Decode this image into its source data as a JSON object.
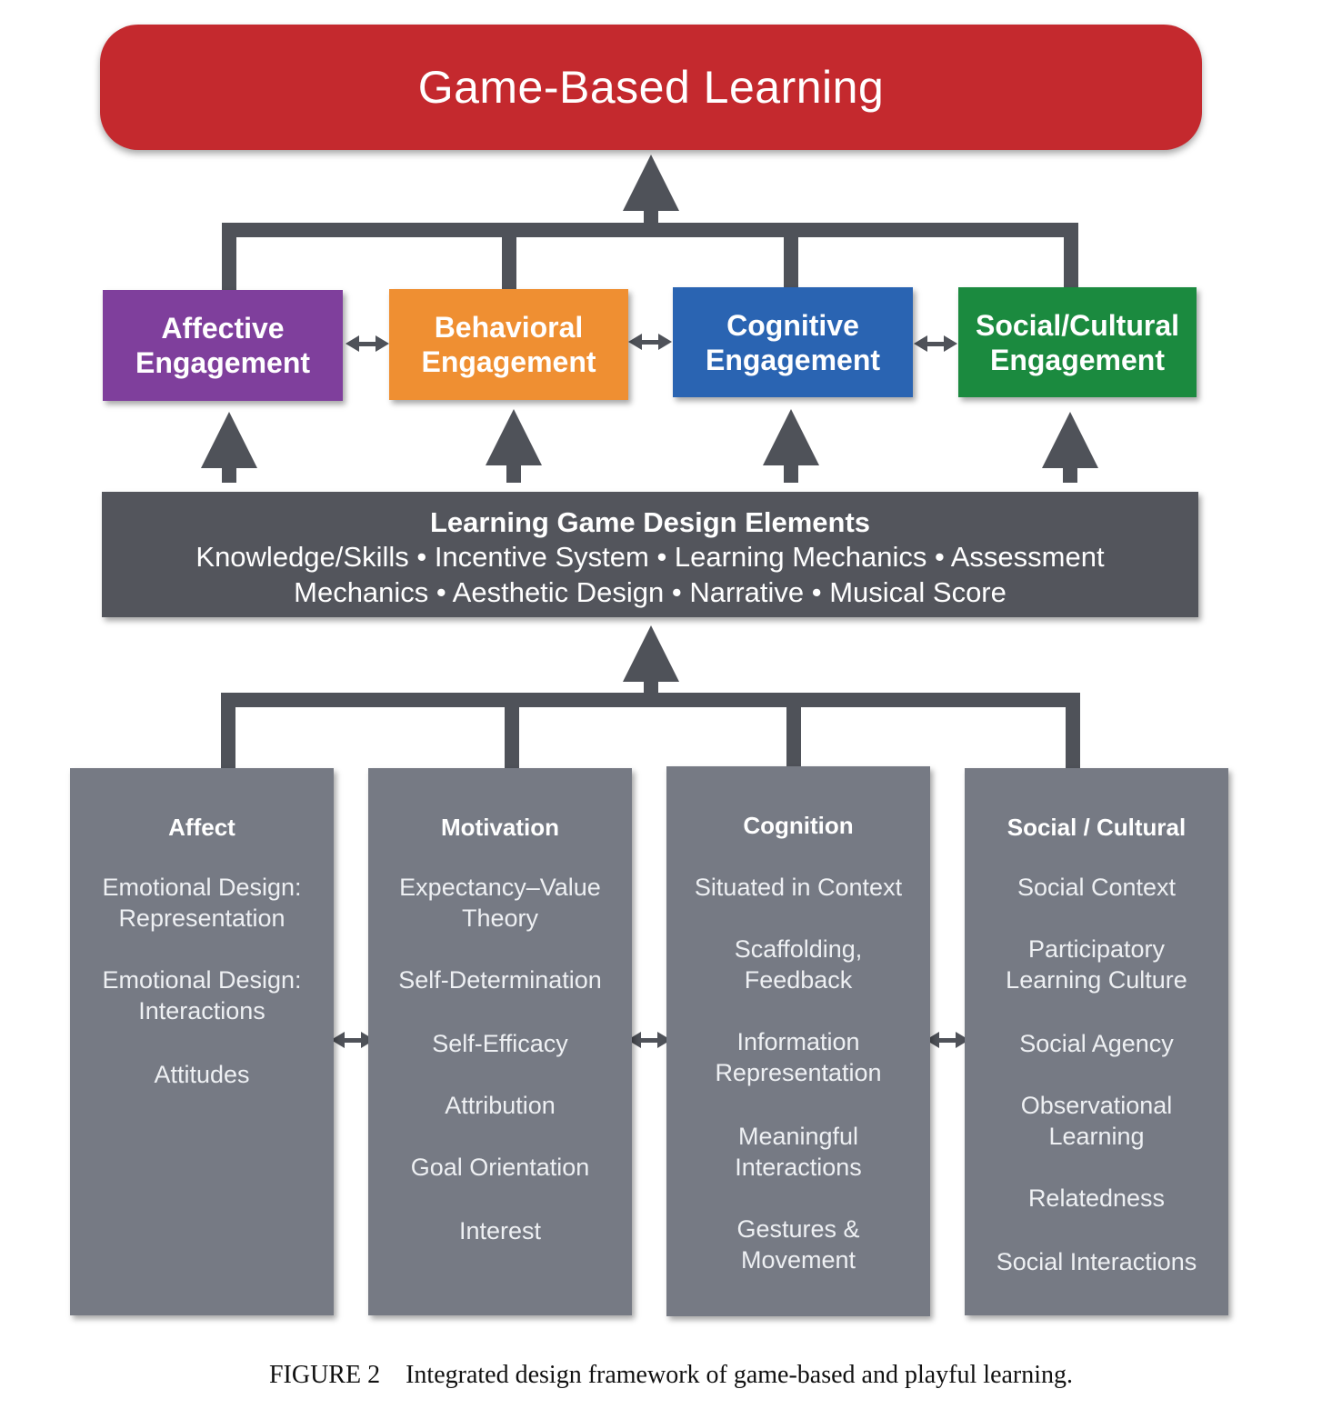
{
  "top": {
    "title": "Game-Based Learning",
    "color": "#c4292e"
  },
  "engagement": [
    {
      "line1": "Affective",
      "line2": "Engagement",
      "color": "#7f3f9c"
    },
    {
      "line1": "Behavioral",
      "line2": "Engagement",
      "color": "#ef8f32"
    },
    {
      "line1": "Cognitive",
      "line2": "Engagement",
      "color": "#2a64b2"
    },
    {
      "line1": "Social/Cultural",
      "line2": "Engagement",
      "color": "#1b8a3f"
    }
  ],
  "design": {
    "title": "Learning Game Design Elements",
    "line1": "Knowledge/Skills • Incentive System • Learning Mechanics • Assessment",
    "line2": "Mechanics • Aesthetic Design • Narrative • Musical Score"
  },
  "foundations": [
    {
      "title": "Affect",
      "items": [
        [
          "Emotional Design:",
          "Representation"
        ],
        [
          "Emotional Design:",
          "Interactions"
        ],
        [
          "Attitudes"
        ]
      ]
    },
    {
      "title": "Motivation",
      "items": [
        [
          "Expectancy–Value",
          "Theory"
        ],
        [
          "Self-Determination"
        ],
        [
          "Self-Efficacy"
        ],
        [
          "Attribution"
        ],
        [
          "Goal Orientation"
        ],
        [
          "Interest"
        ]
      ]
    },
    {
      "title": "Cognition",
      "items": [
        [
          "Situated in Context"
        ],
        [
          "Scaffolding,",
          "Feedback"
        ],
        [
          "Information",
          "Representation"
        ],
        [
          "Meaningful",
          "Interactions"
        ],
        [
          "Gestures &",
          "Movement"
        ]
      ]
    },
    {
      "title": "Social / Cultural",
      "items": [
        [
          "Social Context"
        ],
        [
          "Participatory",
          "Learning Culture"
        ],
        [
          "Social Agency"
        ],
        [
          "Observational",
          "Learning"
        ],
        [
          "Relatedness"
        ],
        [
          "Social Interactions"
        ]
      ]
    }
  ],
  "caption": {
    "label": "FIGURE 2",
    "text": "Integrated design framework of game-based and playful learning."
  },
  "connector_color": "#4f5259"
}
